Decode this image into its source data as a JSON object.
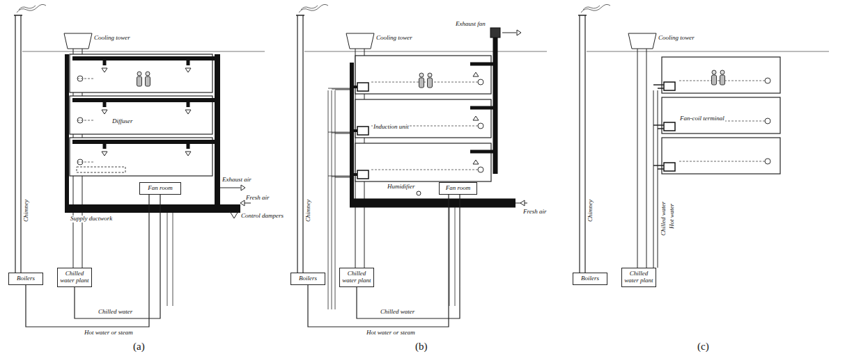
{
  "diagram": {
    "nodes": [
      {
        "text": [
          "Boilers"
        ]
      },
      {
        "text": [
          "Chilled water plant"
        ]
      },
      {
        "text": [
          "Fan room"
        ]
      },
      {
        "text": [
          "Boilers"
        ]
      },
      {
        "text": [
          "Chilled water plant"
        ]
      },
      {
        "text": [
          "Fan room"
        ]
      },
      {
        "text": [
          "Boilers"
        ]
      },
      {
        "text": [
          "Chilled water plant"
        ]
      }
    ],
    "edges": [
      {
        "from": 0,
        "to": 2,
        "arrow": "none"
      },
      {
        "from": 1,
        "to": 2,
        "arrow": "none"
      },
      {
        "from": 3,
        "to": 5,
        "arrow": "none"
      },
      {
        "from": 4,
        "to": 5,
        "arrow": "none"
      }
    ],
    "labels": [
      "Chimney",
      "Cooling tower",
      "Diffuser",
      "Exhaust air",
      "Fresh air",
      "Control dampers",
      "Supply ductwork",
      "Chilled water",
      "Hot water or steam",
      "(a)",
      "Chimney",
      "Cooling tower",
      "Exhaust fan",
      "Induction unit",
      "Humidifier",
      "Fresh air",
      "Chilled water",
      "Hot water or steam",
      "(b)",
      "Chimney",
      "Cooling tower",
      "Fan-coil terminal",
      "Chilled water",
      "Hot water",
      "(c)"
    ]
  }
}
